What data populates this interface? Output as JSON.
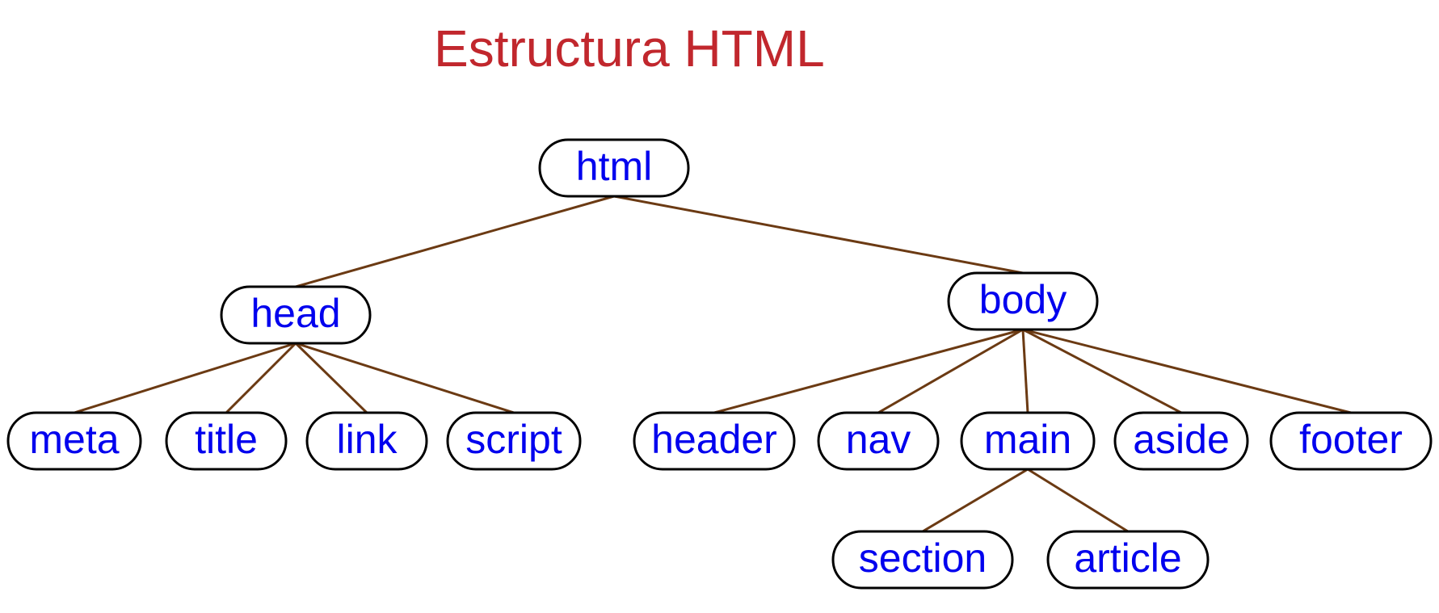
{
  "title": "Estructura HTML",
  "colors": {
    "title": "#c1272d",
    "node_text": "#0000ee",
    "node_border": "#000000",
    "edge": "#6b3a13"
  },
  "tree": {
    "label": "html",
    "children": [
      {
        "label": "head",
        "children": [
          {
            "label": "meta"
          },
          {
            "label": "title"
          },
          {
            "label": "link"
          },
          {
            "label": "script"
          }
        ]
      },
      {
        "label": "body",
        "children": [
          {
            "label": "header"
          },
          {
            "label": "nav"
          },
          {
            "label": "main",
            "children": [
              {
                "label": "section"
              },
              {
                "label": "article"
              }
            ]
          },
          {
            "label": "aside"
          },
          {
            "label": "footer"
          }
        ]
      }
    ]
  }
}
